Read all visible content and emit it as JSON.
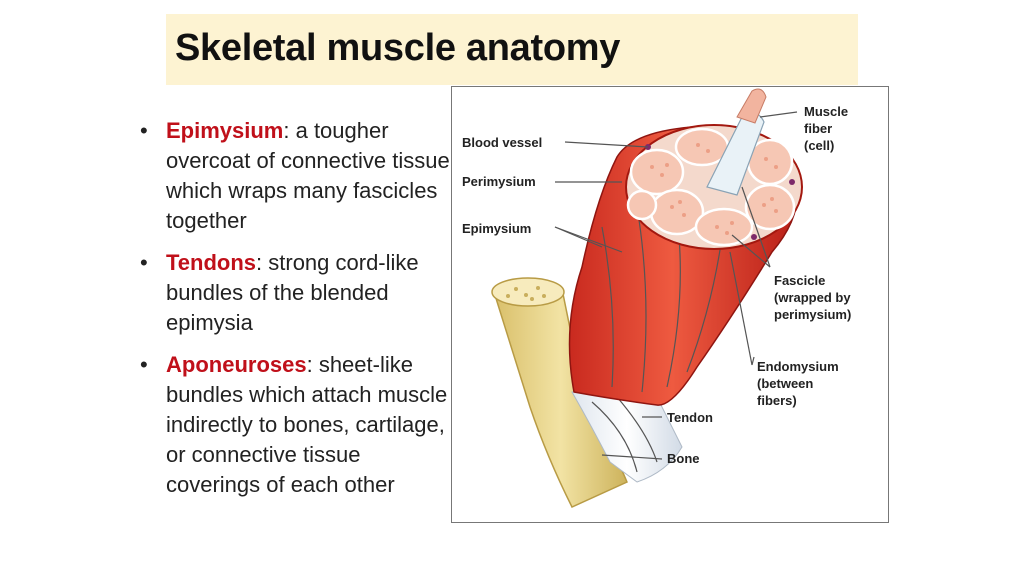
{
  "slide": {
    "title": "Skeletal muscle anatomy"
  },
  "bullets": [
    {
      "term": "Epimysium",
      "text": ": a tougher overcoat of connective tissue which wraps many fascicles together"
    },
    {
      "term": "Tendons",
      "text": ": strong cord-like bundles of the blended epimysia"
    },
    {
      "term": "Aponeuroses",
      "text": ": sheet-like bundles which attach muscle indirectly to bones, cartilage, or connective tissue coverings of each other"
    }
  ],
  "diagram": {
    "labels": {
      "blood_vessel": "Blood vessel",
      "perimysium": "Perimysium",
      "epimysium": "Epimysium",
      "muscle_fiber_1": "Muscle",
      "muscle_fiber_2": "fiber",
      "muscle_fiber_3": "(cell)",
      "fascicle_1": "Fascicle",
      "fascicle_2": "(wrapped by",
      "fascicle_3": "perimysium)",
      "endomysium_1": "Endomysium",
      "endomysium_2": "(between",
      "endomysium_3": "fibers)",
      "tendon": "Tendon",
      "bone": "Bone"
    },
    "colors": {
      "muscle": "#e8402e",
      "muscle_dark": "#b81e17",
      "fascicle": "#f6c7b4",
      "bone": "#e8d488",
      "tendon": "#eef2f6",
      "term_red": "#c0101a",
      "title_bg": "#fdf3d2"
    }
  }
}
